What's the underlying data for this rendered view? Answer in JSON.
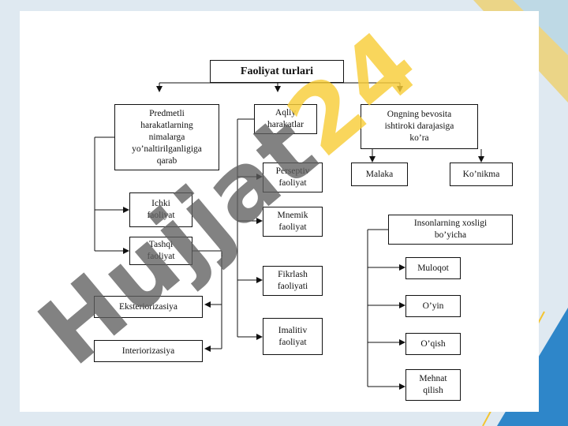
{
  "diagram": {
    "title": "Faoliyat turlari",
    "branches": {
      "predmetli": "Predmetli\nharakatlarning\nnimalarga\nyo’naltirilganligiga\nqarab",
      "aqliy": "Aqliy\nharakatlar",
      "ongning": "Ongning bevosita\nishtiroki darajasiga\nko’ra",
      "insonlarning": "Insonlarning xosligi\nbo’yicha"
    },
    "predmetli_items": [
      "Ichki\nfaoliyat",
      "Tashqi\nfaoliyat"
    ],
    "tashqi_items": [
      "Eksteriorizasiya",
      "Interiorizasiya"
    ],
    "aqliy_items": [
      "Perseptiv\nfaoliyat",
      "Mnemik\nfaoliyat",
      "Fikrlash\nfaoliyati",
      "Imalitiv\nfaoliyat"
    ],
    "ongning_items": [
      "Malaka",
      "Ko’nikma"
    ],
    "insonlarning_items": [
      "Muloqot",
      "O’yin",
      "O’qish",
      "Mehnat\nqilish"
    ]
  },
  "watermark": {
    "part1": "Hujjat",
    "part2": "24",
    "colors": {
      "part1": "#5f5f5f",
      "part2": "#f8cd38"
    }
  },
  "colors": {
    "background": "#dfe9f1",
    "slide": "#ffffff",
    "accent_blue": "#2e86c9",
    "accent_yellow": "#f7c331"
  }
}
